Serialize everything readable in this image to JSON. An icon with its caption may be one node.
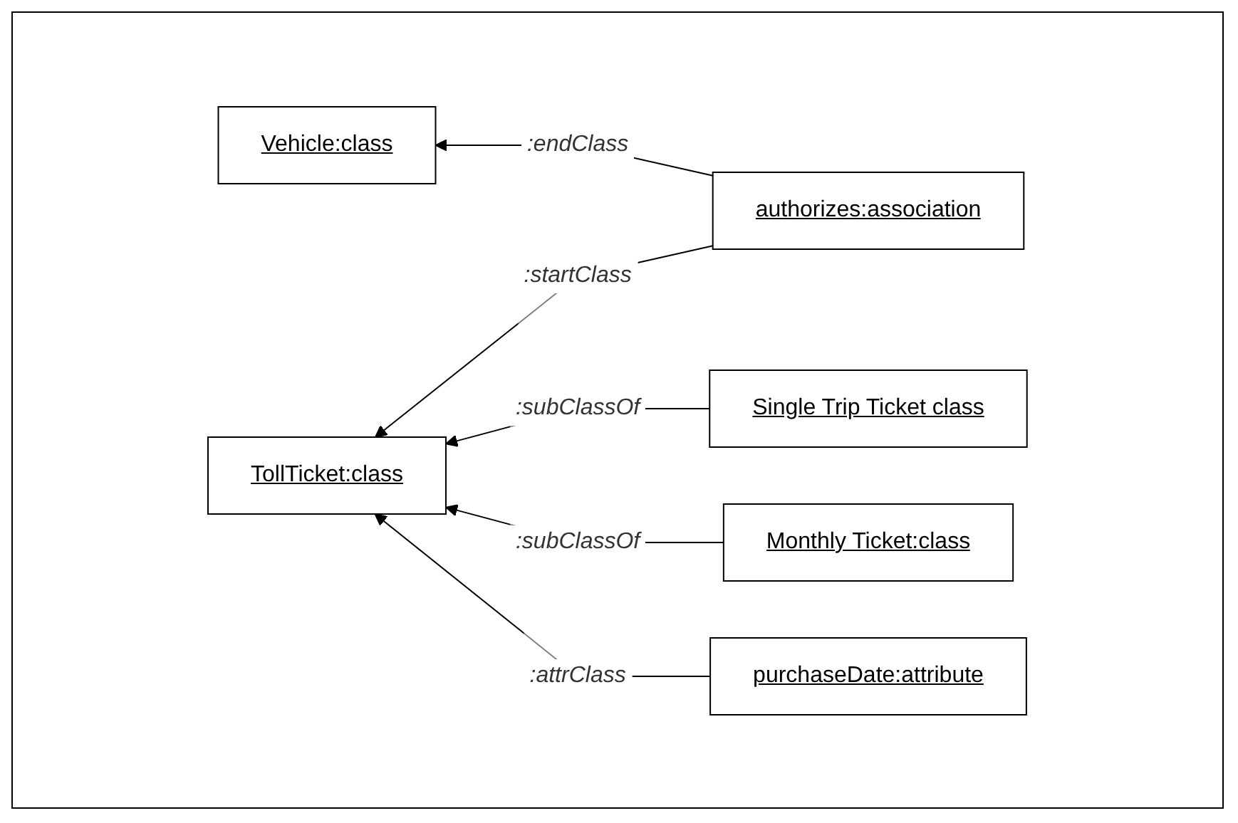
{
  "diagram": {
    "nodes": [
      {
        "text": [
          "authorizes:association"
        ]
      },
      {
        "text": [
          "Vehicle:class"
        ]
      },
      {
        "text": [
          "TollTicket:class"
        ]
      },
      {
        "text": [
          "Single Trip Ticket class"
        ]
      },
      {
        "text": [
          "Monthly Ticket:class"
        ]
      },
      {
        "text": [
          "purchaseDate:attribute"
        ]
      }
    ],
    "edges": [
      {
        "from": 0,
        "to": 1,
        "arrow": "to",
        "label": ":endClass"
      },
      {
        "from": 0,
        "to": 2,
        "arrow": "to",
        "label": ":startClass"
      },
      {
        "from": 3,
        "to": 2,
        "arrow": "to",
        "label": ":subClassOf"
      },
      {
        "from": 4,
        "to": 2,
        "arrow": "to",
        "label": ":subClassOf"
      },
      {
        "from": 5,
        "to": 2,
        "arrow": "to",
        "label": ":attrClass"
      }
    ]
  }
}
